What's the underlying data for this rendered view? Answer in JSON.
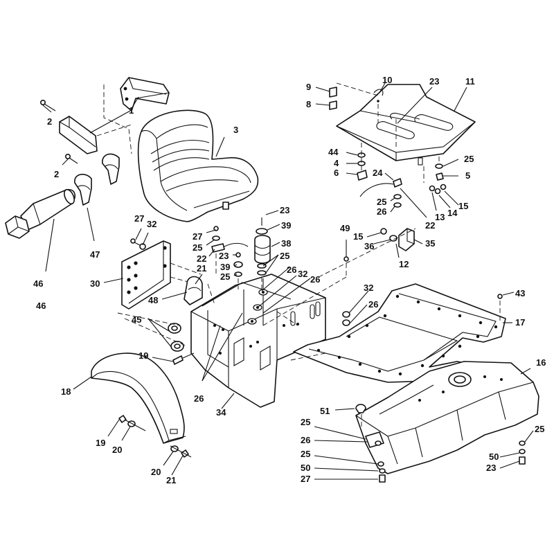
{
  "labels": [
    {
      "id": "l1",
      "text": "1"
    },
    {
      "id": "l2a",
      "text": "2"
    },
    {
      "id": "l2b",
      "text": "2"
    },
    {
      "id": "l3",
      "text": "3"
    },
    {
      "id": "l47",
      "text": "47"
    },
    {
      "id": "l46a",
      "text": "46"
    },
    {
      "id": "l46b",
      "text": "46"
    },
    {
      "id": "l27a",
      "text": "27"
    },
    {
      "id": "l32a",
      "text": "32"
    },
    {
      "id": "l30",
      "text": "30"
    },
    {
      "id": "l21a",
      "text": "21"
    },
    {
      "id": "l48",
      "text": "48"
    },
    {
      "id": "l45",
      "text": "45"
    },
    {
      "id": "l19a",
      "text": "19"
    },
    {
      "id": "l18",
      "text": "18"
    },
    {
      "id": "l19b",
      "text": "19"
    },
    {
      "id": "l20a",
      "text": "20"
    },
    {
      "id": "l20b",
      "text": "20"
    },
    {
      "id": "l21b",
      "text": "21"
    },
    {
      "id": "l26a",
      "text": "26"
    },
    {
      "id": "l34",
      "text": "34"
    },
    {
      "id": "l23a",
      "text": "23"
    },
    {
      "id": "l39a",
      "text": "39"
    },
    {
      "id": "l38",
      "text": "38"
    },
    {
      "id": "l27b",
      "text": "27"
    },
    {
      "id": "l25a",
      "text": "25"
    },
    {
      "id": "l22a",
      "text": "22"
    },
    {
      "id": "l23b",
      "text": "23"
    },
    {
      "id": "l39b",
      "text": "39"
    },
    {
      "id": "l25b",
      "text": "25"
    },
    {
      "id": "l25c",
      "text": "25"
    },
    {
      "id": "l26b",
      "text": "26"
    },
    {
      "id": "l32b",
      "text": "32"
    },
    {
      "id": "l26c",
      "text": "26"
    },
    {
      "id": "l49",
      "text": "49"
    },
    {
      "id": "l32c",
      "text": "32"
    },
    {
      "id": "l26d",
      "text": "26"
    },
    {
      "id": "l9",
      "text": "9"
    },
    {
      "id": "l8",
      "text": "8"
    },
    {
      "id": "l10",
      "text": "10"
    },
    {
      "id": "l23c",
      "text": "23"
    },
    {
      "id": "l11",
      "text": "11"
    },
    {
      "id": "l44",
      "text": "44"
    },
    {
      "id": "l4",
      "text": "4"
    },
    {
      "id": "l6",
      "text": "6"
    },
    {
      "id": "l24",
      "text": "24"
    },
    {
      "id": "l25d",
      "text": "25"
    },
    {
      "id": "l26e",
      "text": "26"
    },
    {
      "id": "l25e",
      "text": "25"
    },
    {
      "id": "l5",
      "text": "5"
    },
    {
      "id": "l13",
      "text": "13"
    },
    {
      "id": "l14",
      "text": "14"
    },
    {
      "id": "l15a",
      "text": "15"
    },
    {
      "id": "l22b",
      "text": "22"
    },
    {
      "id": "l15b",
      "text": "15"
    },
    {
      "id": "l36",
      "text": "36"
    },
    {
      "id": "l35",
      "text": "35"
    },
    {
      "id": "l12",
      "text": "12"
    },
    {
      "id": "l43",
      "text": "43"
    },
    {
      "id": "l17",
      "text": "17"
    },
    {
      "id": "l16",
      "text": "16"
    },
    {
      "id": "l51",
      "text": "51"
    },
    {
      "id": "l25f",
      "text": "25"
    },
    {
      "id": "l26f",
      "text": "26"
    },
    {
      "id": "l25g",
      "text": "25"
    },
    {
      "id": "l50a",
      "text": "50"
    },
    {
      "id": "l27c",
      "text": "27"
    },
    {
      "id": "l25h",
      "text": "25"
    },
    {
      "id": "l50b",
      "text": "50"
    },
    {
      "id": "l23d",
      "text": "23"
    }
  ]
}
